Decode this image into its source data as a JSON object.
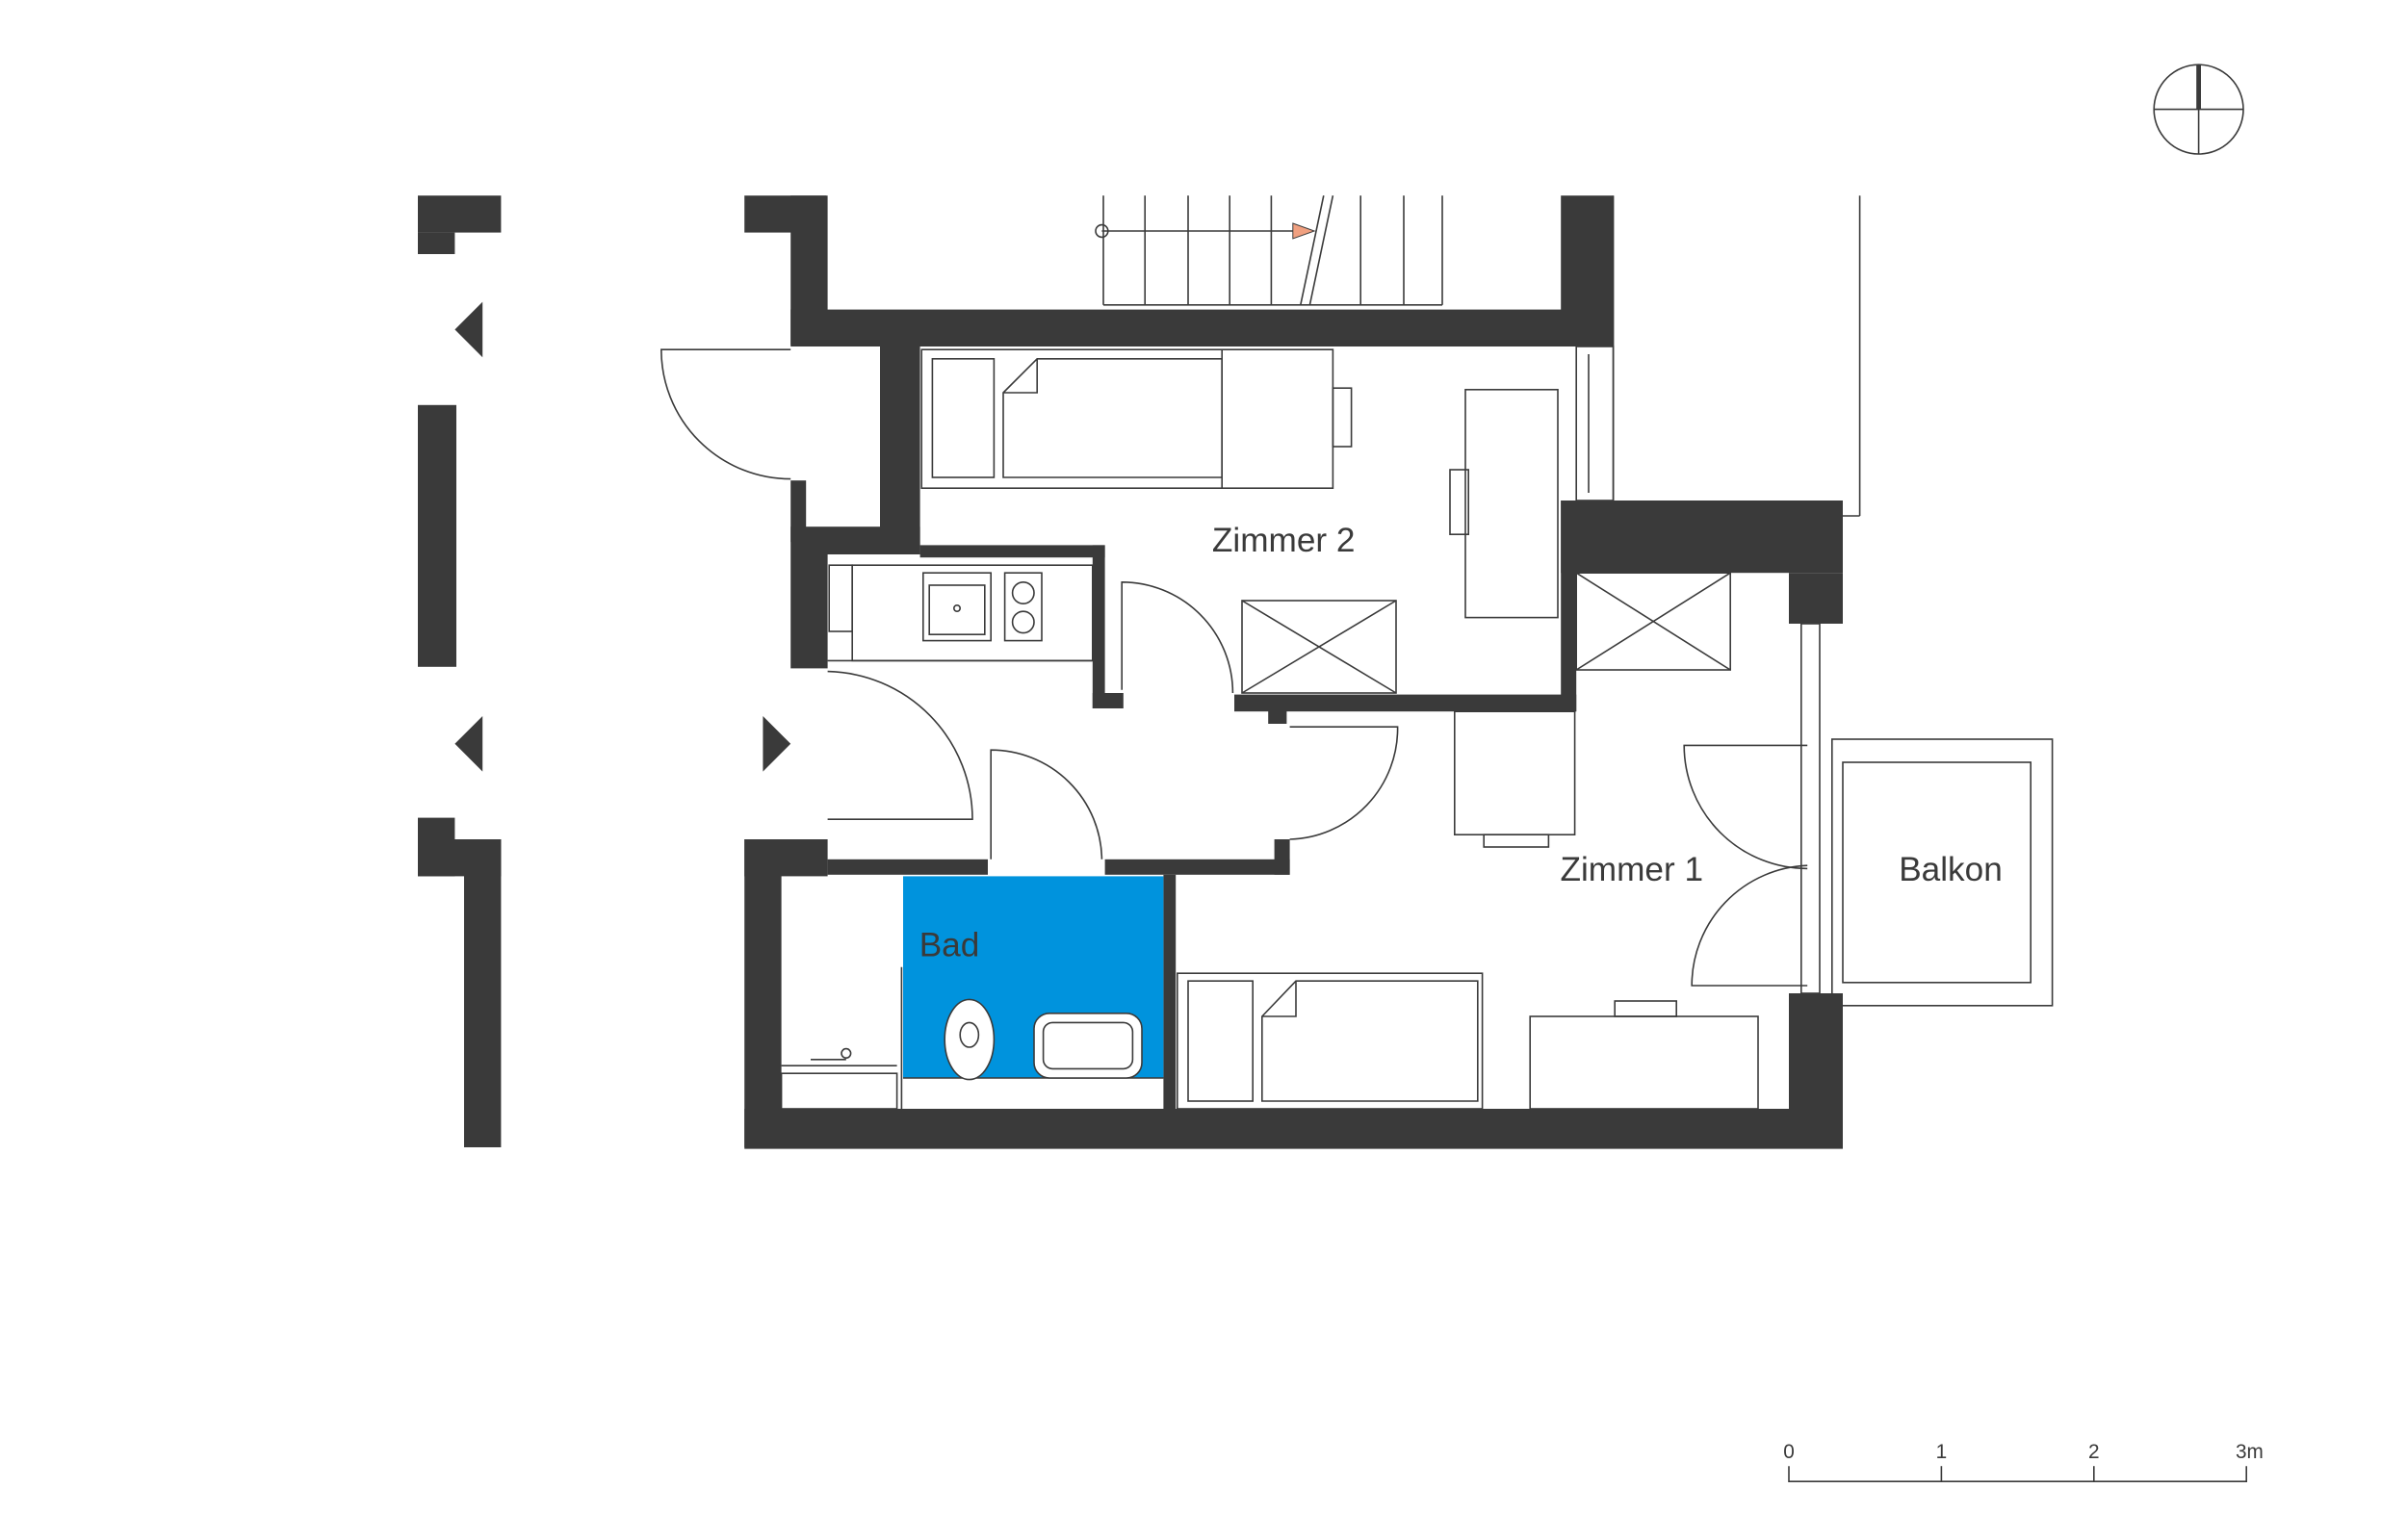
{
  "rooms": {
    "zimmer2": "Zimmer 2",
    "zimmer1": "Zimmer 1",
    "balkon": "Balkon",
    "bad": "Bad"
  },
  "scale_bar": {
    "labels": [
      "0",
      "1",
      "2",
      "3m"
    ]
  },
  "colors": {
    "wall": "#3a3a3a",
    "bathroom": "#0093dd",
    "stair_arrow": "#f0a080"
  },
  "icons": {
    "compass": "north-compass-icon"
  }
}
